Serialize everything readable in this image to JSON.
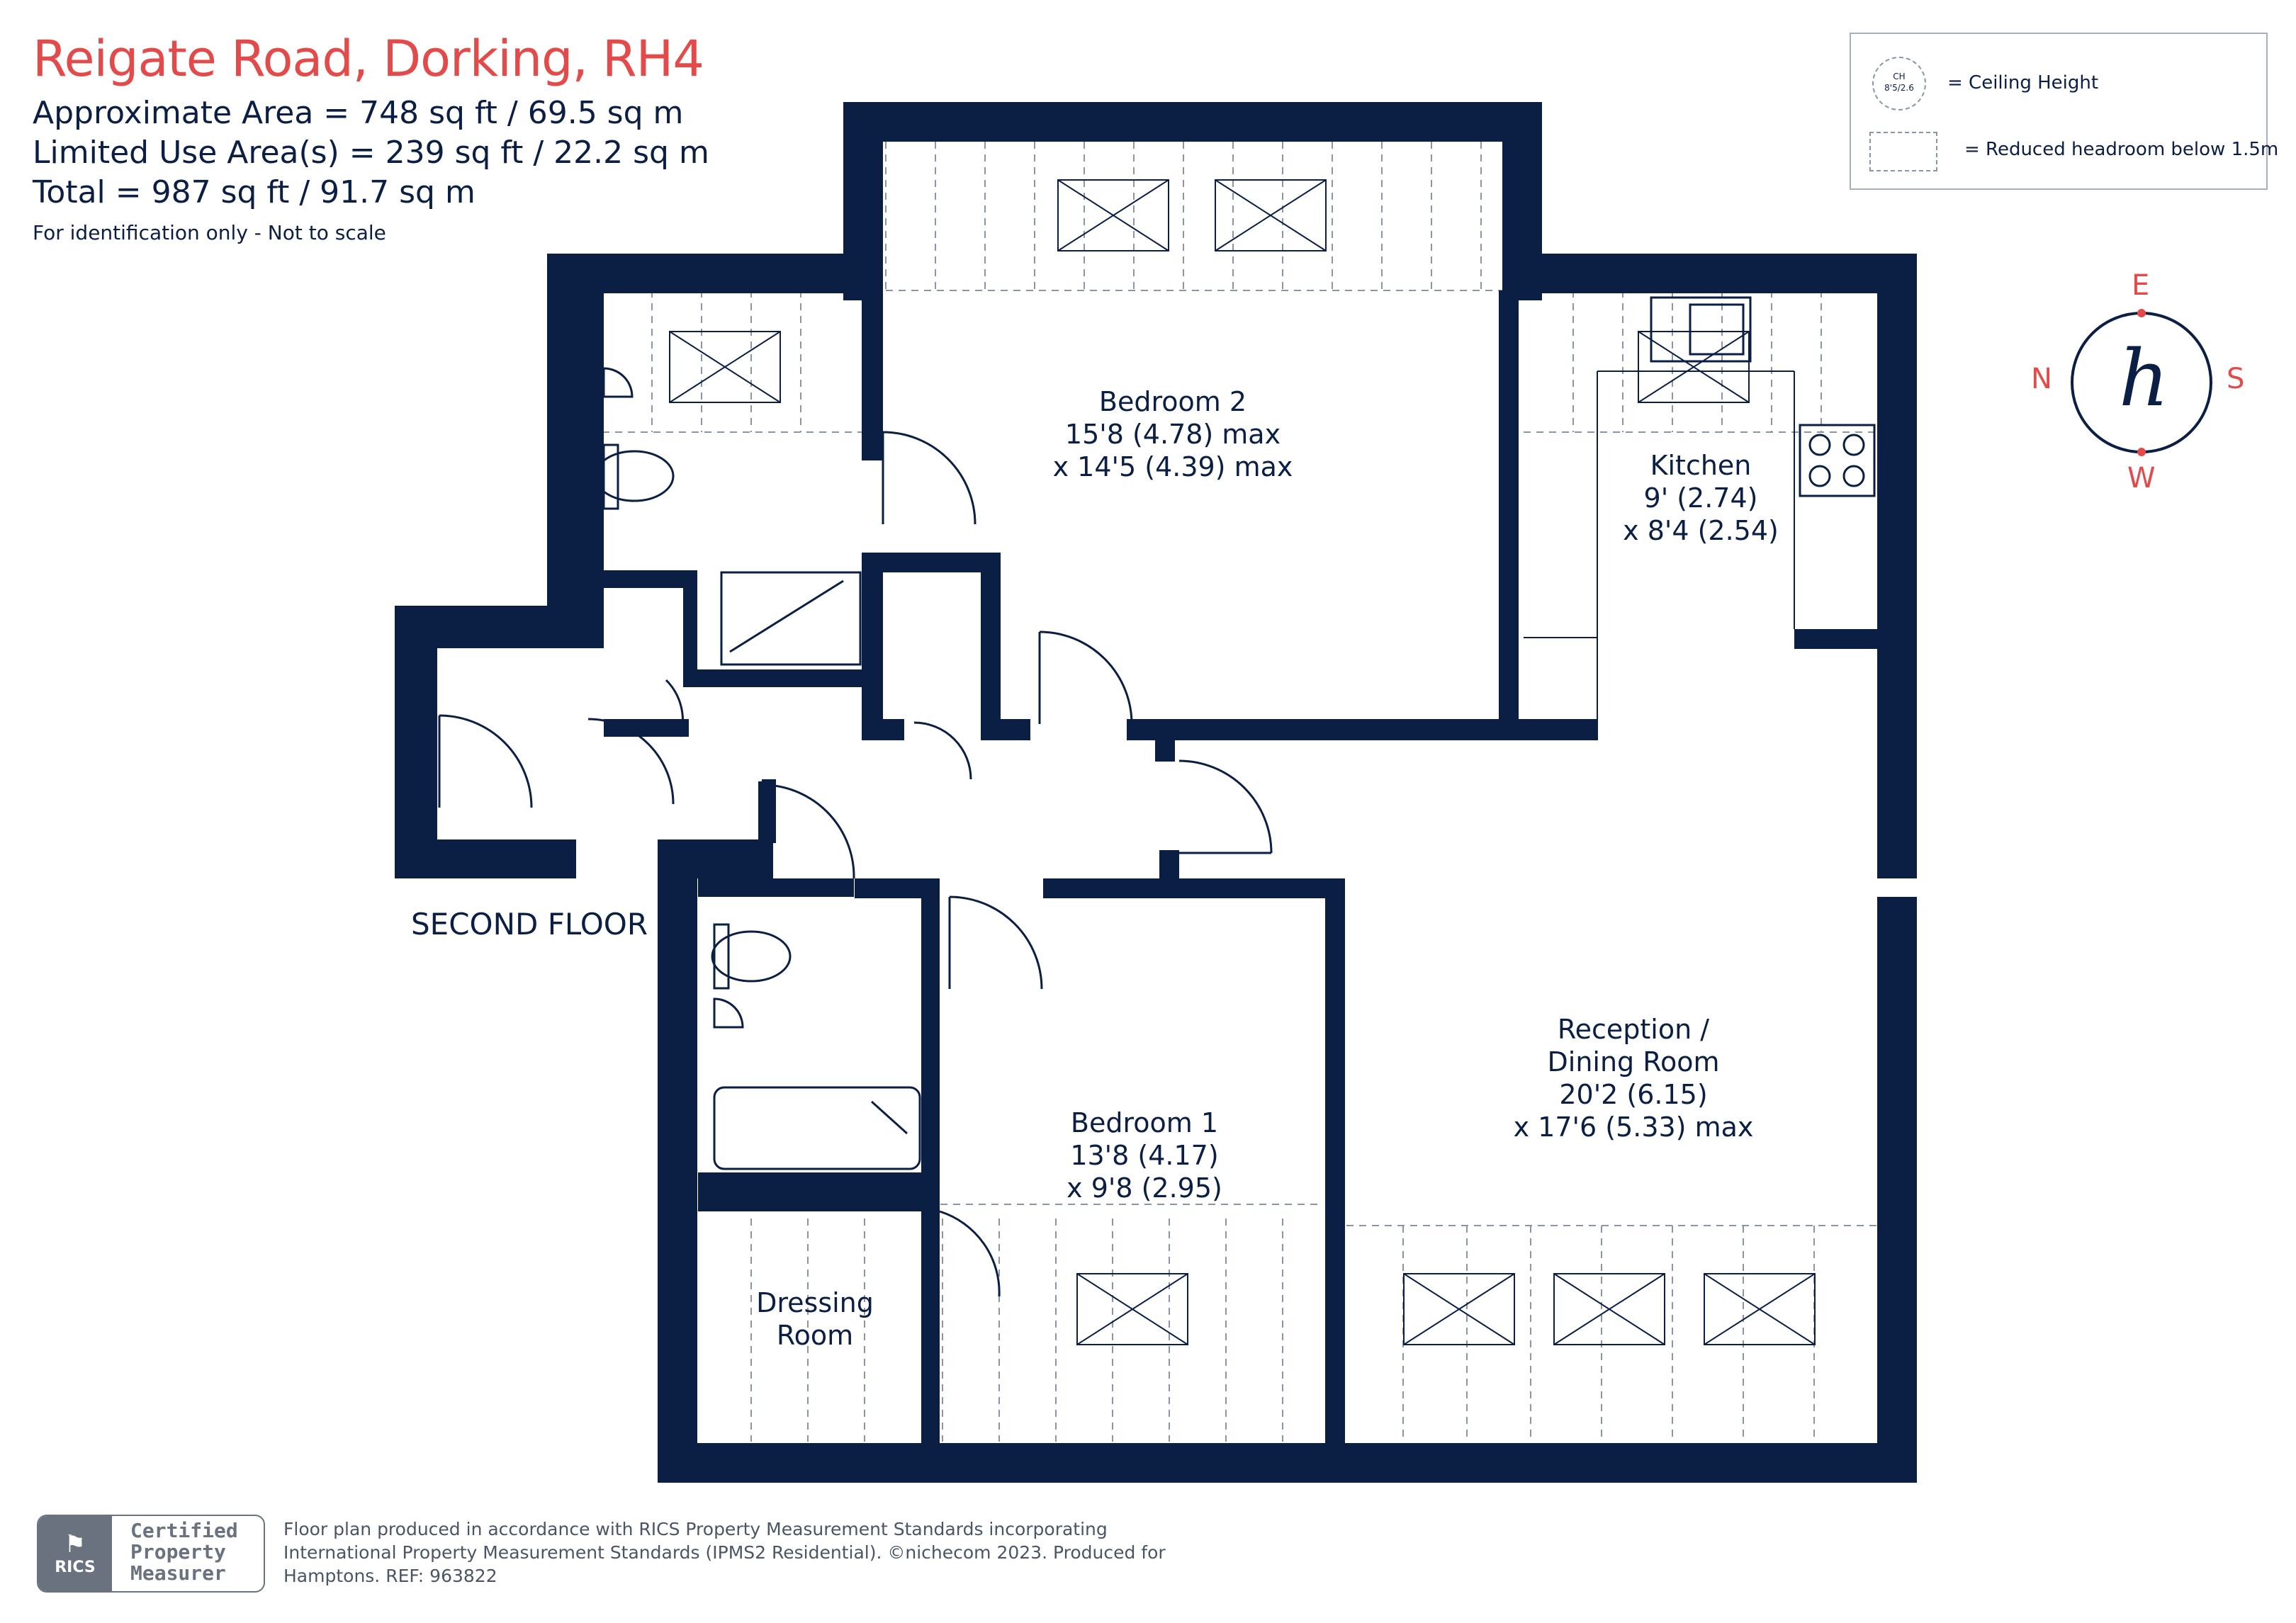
{
  "header": {
    "title": "Reigate Road, Dorking, RH4",
    "approx_area": "Approximate Area = 748 sq ft / 69.5 sq m",
    "limited_use": "Limited Use Area(s) = 239 sq ft / 22.2 sq m",
    "total": "Total = 987 sq ft / 91.7 sq m",
    "note": "For identification only - Not to scale"
  },
  "legend": {
    "ch_symbol_top": "CH",
    "ch_symbol_bottom": "8'5/2.6",
    "ceiling_height": "= Ceiling Height",
    "reduced_headroom": "= Reduced headroom below 1.5m"
  },
  "compass": {
    "n": "N",
    "e": "E",
    "s": "S",
    "w": "W",
    "logo": "h"
  },
  "rooms": {
    "bedroom2": {
      "name": "Bedroom 2",
      "dim1": "15'8 (4.78) max",
      "dim2": "x 14'5 (4.39) max"
    },
    "kitchen": {
      "name": "Kitchen",
      "dim1": "9' (2.74)",
      "dim2": "x 8'4 (2.54)"
    },
    "reception": {
      "name1": "Reception /",
      "name2": "Dining Room",
      "dim1": "20'2 (6.15)",
      "dim2": "x 17'6 (5.33) max"
    },
    "bedroom1": {
      "name": "Bedroom 1",
      "dim1": "13'8 (4.17)",
      "dim2": "x 9'8 (2.95)"
    },
    "dressing": {
      "name1": "Dressing",
      "name2": "Room"
    }
  },
  "floor_label": "SECOND FLOOR",
  "footer": {
    "line1": "Floor plan produced in accordance with RICS Property Measurement Standards incorporating",
    "line2": "International Property Measurement Standards (IPMS2 Residential).  ©nichecom 2023.   Produced for",
    "line3": "Hamptons.   REF: 963822",
    "rics_logo": "RICS",
    "rics_line1": "Certified",
    "rics_line2": "Property",
    "rics_line3": "Measurer"
  },
  "colors": {
    "wall": "#0b1f44",
    "accent": "#e34b4b",
    "text": "#0b1f44"
  }
}
